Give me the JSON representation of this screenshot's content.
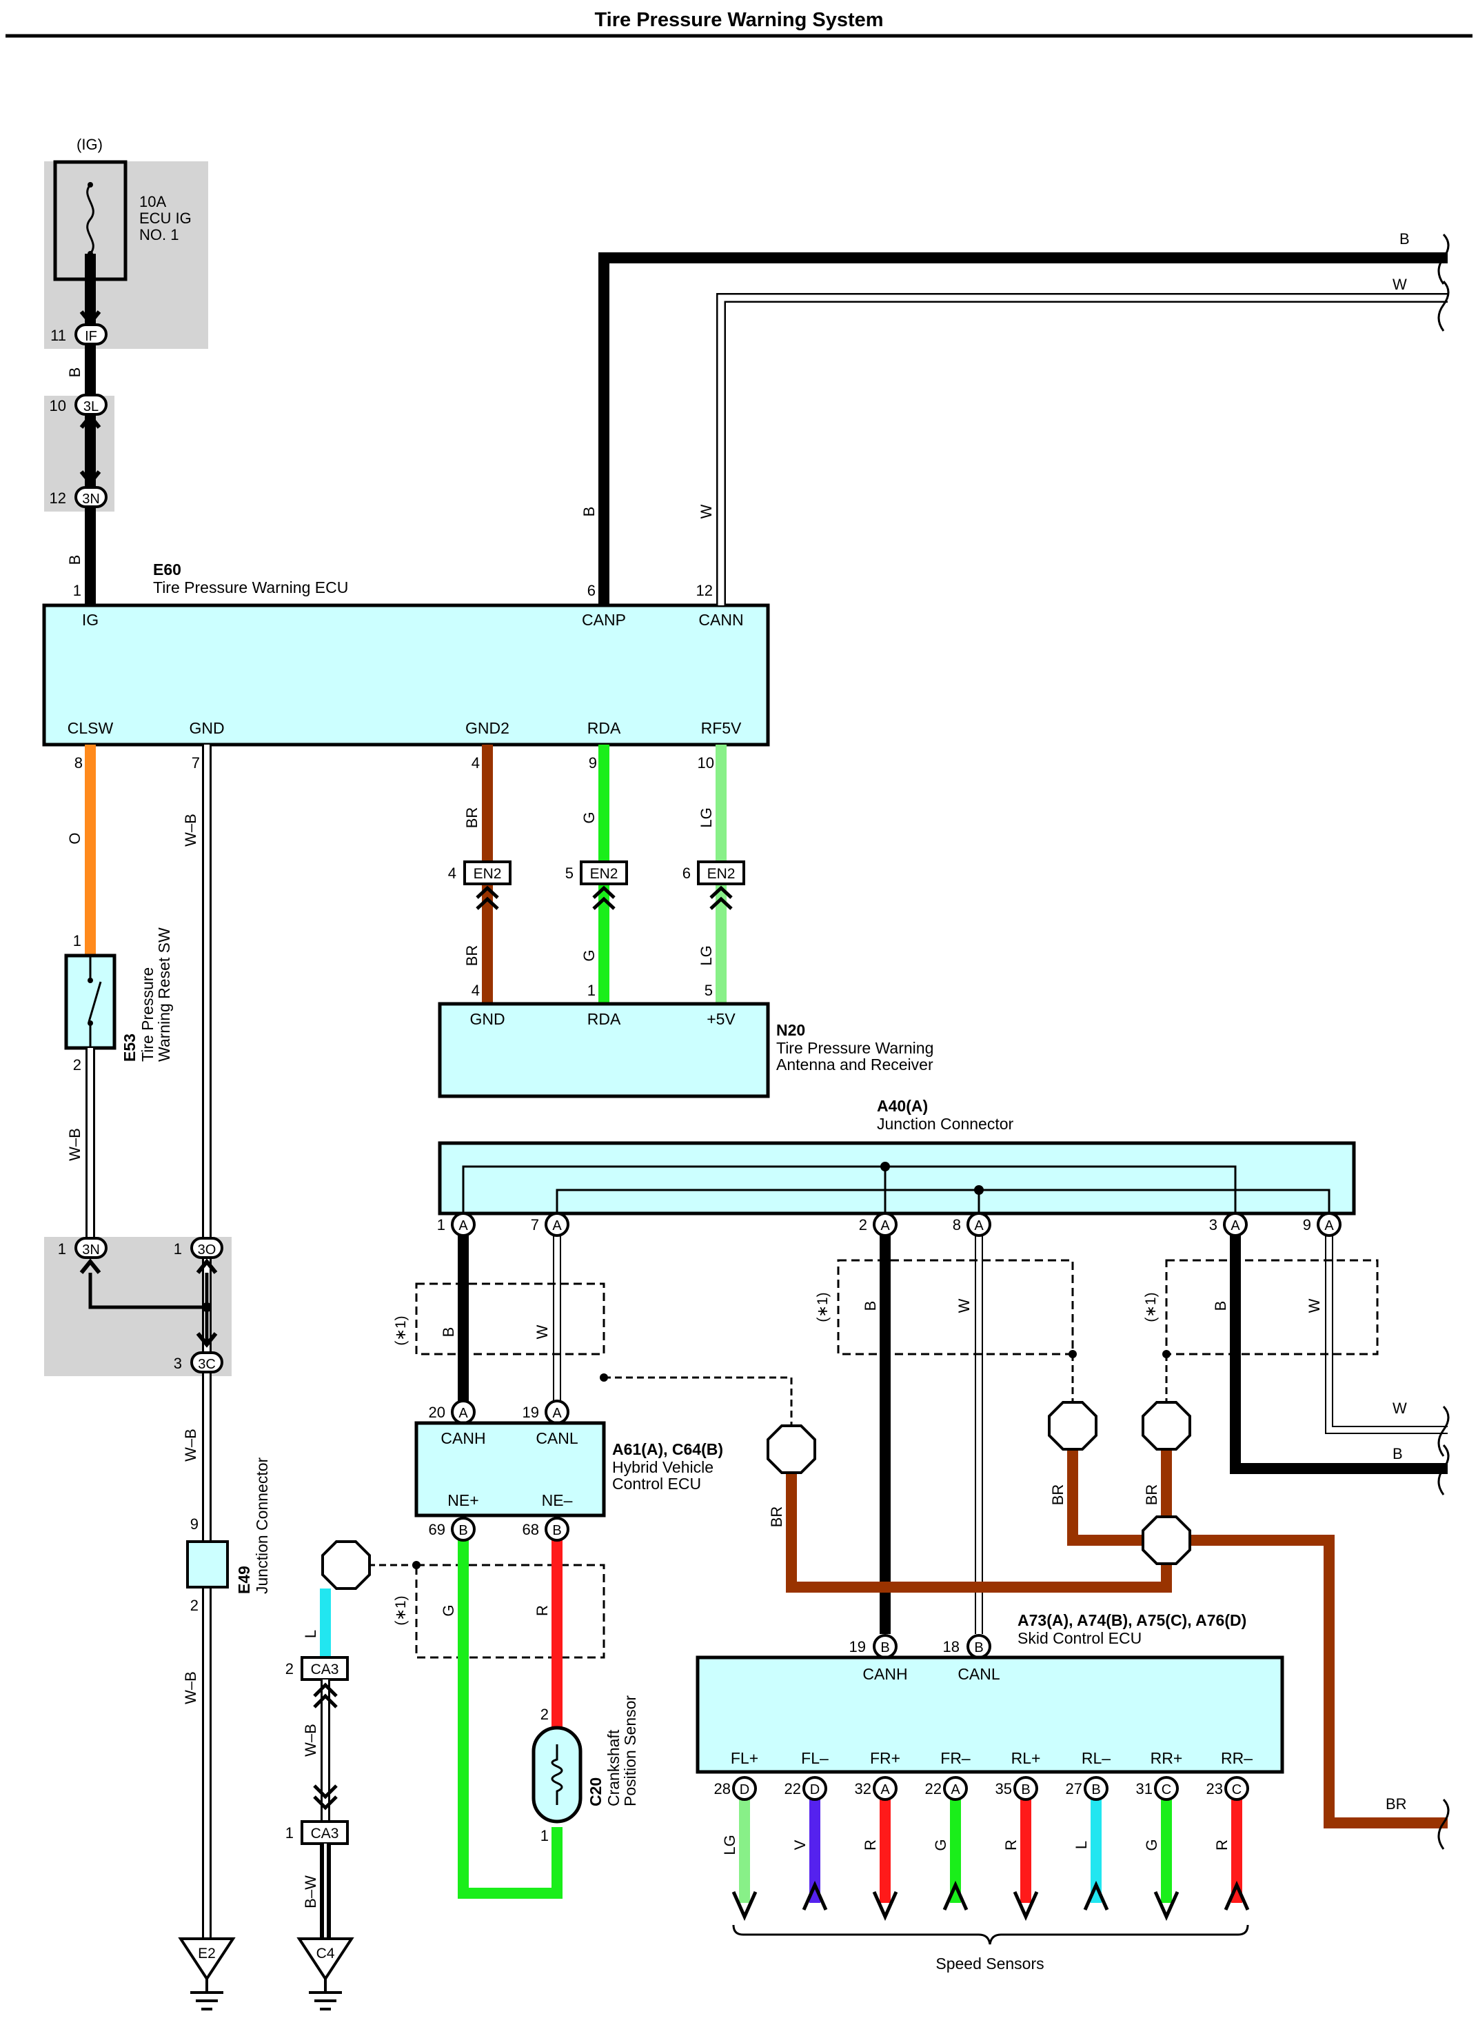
{
  "title": "Tire Pressure Warning System",
  "colors": {
    "B": "#000000",
    "W": "#ffffff",
    "O": "#ff8a1c",
    "BR": "#993300",
    "G": "#1aee1a",
    "LG": "#88f088",
    "L": "#22e6f0",
    "R": "#ff1a1a",
    "V": "#5522ee",
    "box": "#ccffff",
    "shade": "#d4d4d4"
  },
  "power": {
    "source": "(IG)",
    "fuse_amp": "10A",
    "fuse_name1": "ECU IG",
    "fuse_name2": "NO. 1"
  },
  "conn": {
    "if_pin": "11",
    "if": "IF",
    "l3_pin": "10",
    "l3": "3L",
    "n3_pin": "12",
    "n3": "3N",
    "n3b_pin": "1",
    "n3b": "3N",
    "o3_pin": "1",
    "o3": "3O",
    "c3_pin": "3",
    "c3": "3C",
    "en2_pins": [
      "4",
      "5",
      "6"
    ],
    "en2": "EN2",
    "ca3_top_pin": "2",
    "ca3_bot_pin": "1",
    "ca3": "CA3",
    "e2": "E2",
    "c4": "C4",
    "a": "A",
    "b": "B",
    "c": "C",
    "d": "D"
  },
  "e60": {
    "code": "E60",
    "name": "Tire Pressure Warning ECU",
    "pins": {
      "ig": "1",
      "canp": "6",
      "cann": "12",
      "clsw": "8",
      "gnd": "7",
      "gnd2": "4",
      "rda": "9",
      "rf5v": "10"
    },
    "labels": {
      "ig": "IG",
      "canp": "CANP",
      "cann": "CANN",
      "clsw": "CLSW",
      "gnd": "GND",
      "gnd2": "GND2",
      "rda": "RDA",
      "rf5v": "RF5V"
    }
  },
  "n20": {
    "code": "N20",
    "name1": "Tire Pressure Warning",
    "name2": "Antenna and Receiver",
    "pins": [
      "4",
      "1",
      "5"
    ],
    "labels": [
      "GND",
      "RDA",
      "+5V"
    ]
  },
  "e53": {
    "code": "E53",
    "name1": "Tire Pressure",
    "name2": "Warning Reset SW",
    "pin_top": "1",
    "pin_bot": "2"
  },
  "e49": {
    "code": "E49",
    "name": "Junction Connector",
    "pin_top": "9",
    "pin_bot": "2"
  },
  "a40": {
    "code": "A40(A)",
    "name": "Junction Connector",
    "pins": [
      "1",
      "7",
      "2",
      "8",
      "3",
      "9"
    ]
  },
  "hv": {
    "code": "A61(A), C64(B)",
    "name1": "Hybrid Vehicle",
    "name2": "Control ECU",
    "pins": [
      "20",
      "19",
      "69",
      "68"
    ],
    "labels": [
      "CANH",
      "CANL",
      "NE+",
      "NE–"
    ]
  },
  "c20": {
    "code": "C20",
    "name1": "Crankshaft",
    "name2": "Position Sensor",
    "pin_top": "2",
    "pin_bot": "1"
  },
  "skid": {
    "code": "A73(A), A74(B), A75(C), A76(D)",
    "name": "Skid Control ECU",
    "can_pins": [
      "19",
      "18"
    ],
    "can_labels": [
      "CANH",
      "CANL"
    ],
    "outputs": [
      {
        "pin": "28",
        "conn": "D",
        "label": "FL+",
        "wire": "LG"
      },
      {
        "pin": "22",
        "conn": "D",
        "label": "FL–",
        "wire": "V"
      },
      {
        "pin": "32",
        "conn": "A",
        "label": "FR+",
        "wire": "R"
      },
      {
        "pin": "22",
        "conn": "A",
        "label": "FR–",
        "wire": "G"
      },
      {
        "pin": "35",
        "conn": "B",
        "label": "RL+",
        "wire": "R"
      },
      {
        "pin": "27",
        "conn": "B",
        "label": "RL–",
        "wire": "L"
      },
      {
        "pin": "31",
        "conn": "C",
        "label": "RR+",
        "wire": "G"
      },
      {
        "pin": "23",
        "conn": "C",
        "label": "RR–",
        "wire": "R"
      }
    ]
  },
  "speed_sensors": "Speed Sensors",
  "star1": "(∗1)",
  "wire_codes": {
    "B": "B",
    "W": "W",
    "O": "O",
    "WB": "W–B",
    "BR": "BR",
    "G": "G",
    "LG": "LG",
    "L": "L",
    "R": "R",
    "BW": "B–W"
  }
}
